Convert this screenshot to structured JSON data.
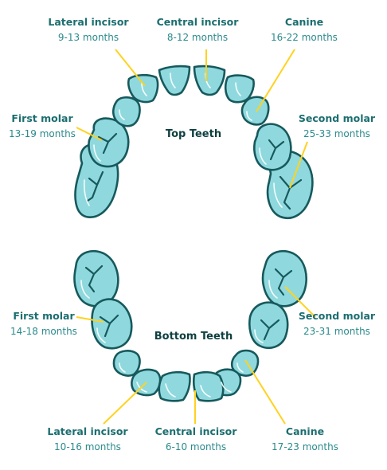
{
  "colors": {
    "label_name": "#1c6e70",
    "label_age": "#2b8a8c",
    "title": "#0f3f40",
    "tooth_fill": "#8fd9de",
    "tooth_stroke": "#17595c",
    "leader": "#ffd21f"
  },
  "top_title": "Top Teeth",
  "bottom_title": "Bottom Teeth",
  "labels": {
    "top_lateral_incisor": {
      "name": "Lateral incisor",
      "age": "9-13 months"
    },
    "top_central_incisor": {
      "name": "Central incisor",
      "age": "8-12 months"
    },
    "top_canine": {
      "name": "Canine",
      "age": "16-22 months"
    },
    "top_first_molar": {
      "name": "First molar",
      "age": "13-19 months"
    },
    "top_second_molar": {
      "name": "Second molar",
      "age": "25-33 months"
    },
    "bottom_first_molar": {
      "name": "First molar",
      "age": "14-18 months"
    },
    "bottom_second_molar": {
      "name": "Second molar",
      "age": "23-31 months"
    },
    "bottom_lateral_incisor": {
      "name": "Lateral incisor",
      "age": "10-16 months"
    },
    "bottom_central_incisor": {
      "name": "Central incisor",
      "age": "6-10 months"
    },
    "bottom_canine": {
      "name": "Canine",
      "age": "17-23 months"
    }
  }
}
